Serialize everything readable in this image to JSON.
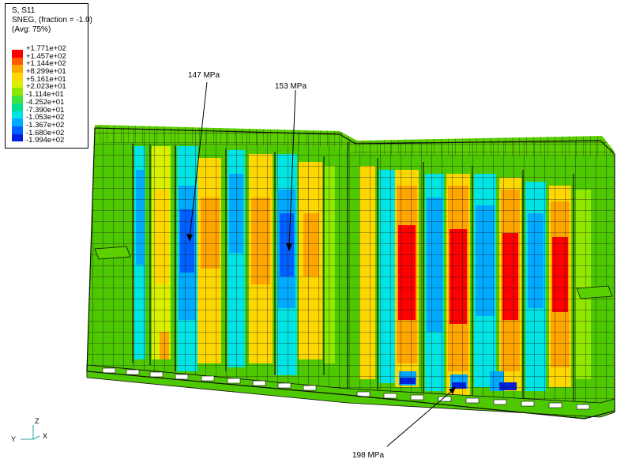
{
  "legend": {
    "line1": "S, S11",
    "line2": "SNEG, (fraction = -1.0)",
    "line3": "(Avg: 75%)",
    "bands": [
      {
        "value": "+1.771e+02",
        "color": "#ff0000"
      },
      {
        "value": "+1.457e+02",
        "color": "#ff5a00"
      },
      {
        "value": "+1.144e+02",
        "color": "#ffa500"
      },
      {
        "value": "+8.299e+01",
        "color": "#ffd700"
      },
      {
        "value": "+5.161e+01",
        "color": "#d8ef00"
      },
      {
        "value": "+2.023e+01",
        "color": "#8fe800"
      },
      {
        "value": "-1.114e+01",
        "color": "#3ee43e"
      },
      {
        "value": "-4.252e+01",
        "color": "#00e08f"
      },
      {
        "value": "-7.390e+01",
        "color": "#00e4e4"
      },
      {
        "value": "-1.053e+02",
        "color": "#00aaff"
      },
      {
        "value": "-1.367e+02",
        "color": "#0060ff"
      },
      {
        "value": "-1.680e+02",
        "color": "#0020e0"
      },
      {
        "value": "-1.994e+02",
        "color": ""
      }
    ]
  },
  "annotations": {
    "a147": "147 MPa",
    "a153": "153 MPa",
    "a198": "198 MPa"
  },
  "triad": {
    "z": "Z",
    "y": "Y",
    "x": "X"
  }
}
